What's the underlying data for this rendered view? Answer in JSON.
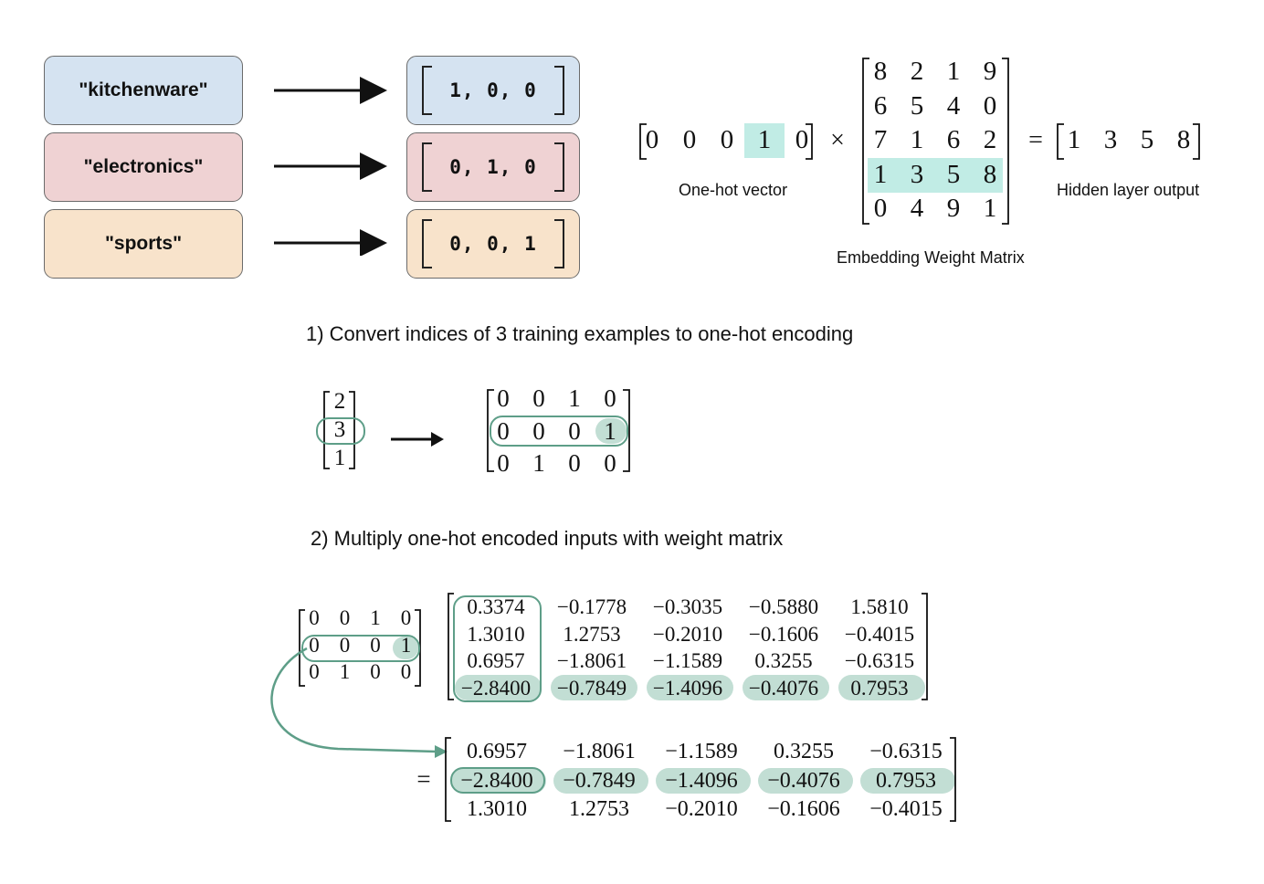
{
  "categories": [
    {
      "label": "\"kitchenware\"",
      "vector": "1, 0, 0",
      "fill": "#d5e3f1"
    },
    {
      "label": "\"electronics\"",
      "vector": "0, 1, 0",
      "fill": "#efd2d3"
    },
    {
      "label": "\"sports\"",
      "vector": "0, 0, 1",
      "fill": "#f8e3cb"
    }
  ],
  "embedding": {
    "onehot": [
      "0",
      "0",
      "0",
      "1",
      "0"
    ],
    "times": "×",
    "equals": "=",
    "weights": [
      [
        "8",
        "2",
        "1",
        "9"
      ],
      [
        "6",
        "5",
        "4",
        "0"
      ],
      [
        "7",
        "1",
        "6",
        "2"
      ],
      [
        "1",
        "3",
        "5",
        "8"
      ],
      [
        "0",
        "4",
        "9",
        "1"
      ]
    ],
    "output": [
      "1",
      "3",
      "5",
      "8"
    ],
    "onehot_label": "One-hot vector",
    "output_label": "Hidden layer output",
    "matrix_label": "Embedding Weight Matrix",
    "highlight_color": "#c1ece5"
  },
  "step1": {
    "heading": "1) Convert indices of 3 training examples to one-hot encoding",
    "indices": [
      "2",
      "3",
      "1"
    ],
    "onehot": [
      [
        "0",
        "0",
        "1",
        "0"
      ],
      [
        "0",
        "0",
        "0",
        "1"
      ],
      [
        "0",
        "1",
        "0",
        "0"
      ]
    ]
  },
  "step2": {
    "heading": "2) Multiply one-hot encoded inputs with weight matrix",
    "onehot": [
      [
        "0",
        "0",
        "1",
        "0"
      ],
      [
        "0",
        "0",
        "0",
        "1"
      ],
      [
        "0",
        "1",
        "0",
        "0"
      ]
    ],
    "weights": [
      [
        "0.3374",
        "−0.1778",
        "−0.3035",
        "−0.5880",
        "1.5810"
      ],
      [
        "1.3010",
        "1.2753",
        "−0.2010",
        "−0.1606",
        "−0.4015"
      ],
      [
        "0.6957",
        "−1.8061",
        "−1.1589",
        "0.3255",
        "−0.6315"
      ],
      [
        "−2.8400",
        "−0.7849",
        "−1.4096",
        "−0.4076",
        "0.7953"
      ]
    ],
    "equals": "=",
    "result": [
      [
        "0.6957",
        "−1.8061",
        "−1.1589",
        "0.3255",
        "−0.6315"
      ],
      [
        "−2.8400",
        "−0.7849",
        "−1.4096",
        "−0.4076",
        "0.7953"
      ],
      [
        "1.3010",
        "1.2753",
        "−0.2010",
        "−0.1606",
        "−0.4015"
      ]
    ],
    "highlight_color": "#c2ded4",
    "outline_color": "#5e9e88"
  }
}
